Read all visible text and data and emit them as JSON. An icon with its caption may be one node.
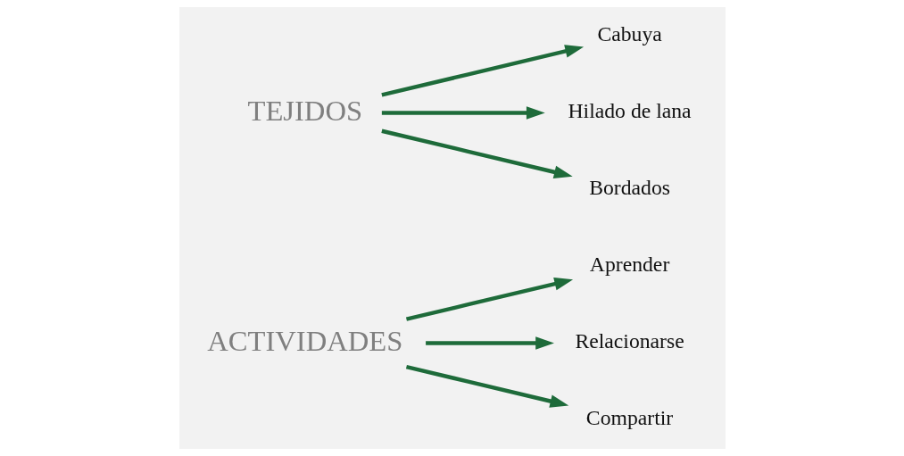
{
  "diagram": {
    "nodes": [
      {
        "text": [
          "ACTIVIDADES"
        ]
      },
      {
        "text": [
          "Aprender"
        ]
      },
      {
        "text": [
          "Relacionarse"
        ]
      },
      {
        "text": [
          "Compartir"
        ]
      },
      {
        "text": [
          "TEJIDOS"
        ]
      },
      {
        "text": [
          "Cabuya"
        ]
      },
      {
        "text": [
          "Hilado de lana"
        ]
      },
      {
        "text": [
          "Bordados"
        ]
      }
    ],
    "edges": [
      {
        "from": 0,
        "to": 1,
        "arrow": "to"
      },
      {
        "from": 0,
        "to": 2,
        "arrow": "to"
      },
      {
        "from": 0,
        "to": 3,
        "arrow": "to"
      },
      {
        "from": 4,
        "to": 5,
        "arrow": "to"
      },
      {
        "from": 4,
        "to": 6,
        "arrow": "to"
      },
      {
        "from": 4,
        "to": 7,
        "arrow": "to"
      }
    ]
  }
}
